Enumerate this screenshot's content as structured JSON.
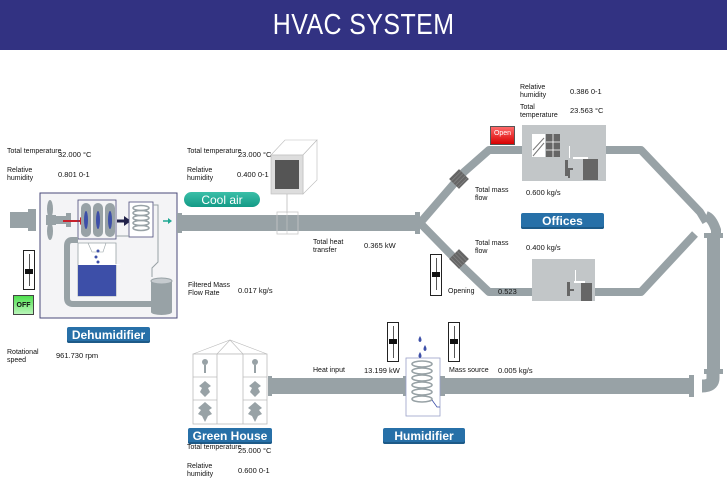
{
  "header": {
    "title": "HVAC SYSTEM"
  },
  "colors": {
    "header_bg": "#323282",
    "pipe": "#98a2a6",
    "tag_bg": "#2770a8",
    "cool_air": "#1fa893",
    "open_button": "#e01818",
    "off_button": "#5ee05e",
    "water": "#3d4fa8"
  },
  "dehumidifier": {
    "label": "Dehumidifier",
    "inlet": {
      "total_temperature_label": "Total temperature",
      "total_temperature_value": "32.000 °C",
      "relative_humidity_label": "Relative humidity",
      "relative_humidity_value": "0.801 0-1"
    },
    "rotational_speed_label": "Rotational speed",
    "rotational_speed_value": "961.730 rpm",
    "filtered_mass_flow_label": "Filtered Mass Flow Rate",
    "filtered_mass_flow_value": "0.017 kg/s",
    "power_button": "OFF",
    "fan_slider_fraction": 0.55
  },
  "cool_air": {
    "label": "Cool air",
    "total_temperature_label": "Total temperature",
    "total_temperature_value": "23.000 °C",
    "relative_humidity_label": "Relative humidity",
    "relative_humidity_value": "0.400 0-1",
    "total_heat_transfer_label": "Total heat transfer",
    "total_heat_transfer_value": "0.365 kW"
  },
  "offices": {
    "label": "Offices",
    "relative_humidity_label": "Relative humidity",
    "relative_humidity_value": "0.386 0-1",
    "total_temperature_label": "Total temperature",
    "total_temperature_value": "23.563 °C",
    "window_button": "Open",
    "upper_mass_flow_label": "Total mass flow",
    "upper_mass_flow_value": "0.600 kg/s",
    "lower_mass_flow_label": "Total mass flow",
    "lower_mass_flow_value": "0.400 kg/s",
    "opening_label": "Opening",
    "opening_value": "0.523",
    "opening_slider_fraction": 0.5
  },
  "humidifier": {
    "label": "Humidifier",
    "heat_input_label": "Heat input",
    "heat_input_value": "13.199 kW",
    "mass_source_label": "Mass source",
    "mass_source_value": "0.005 kg/s",
    "heat_slider_fraction": 0.5,
    "mass_slider_fraction": 0.5
  },
  "green_house": {
    "label": "Green House",
    "total_temperature_label": "Total temperature",
    "total_temperature_value": "25.000 °C",
    "relative_humidity_label": "Relative humidity",
    "relative_humidity_value": "0.600 0-1"
  }
}
